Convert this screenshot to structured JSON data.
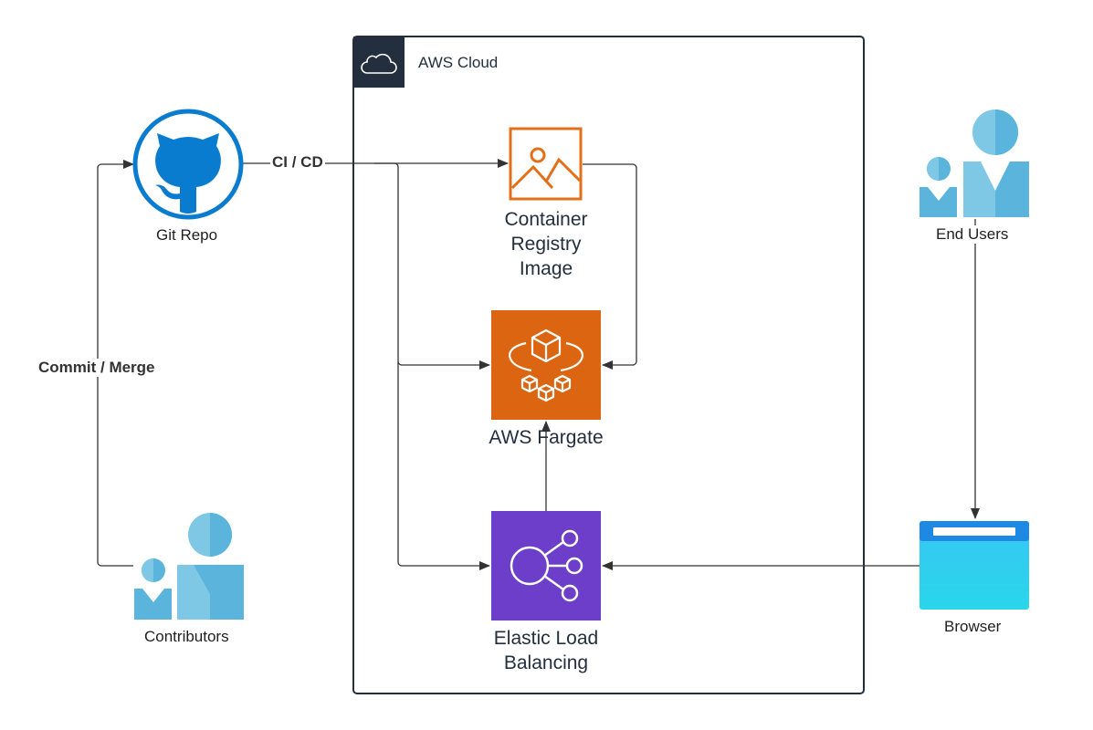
{
  "cloud": {
    "title": "AWS Cloud",
    "border_color": "#232f3e"
  },
  "nodes": {
    "git_repo": {
      "label": "Git Repo",
      "color": "#0a7ccf",
      "icon": "github-icon"
    },
    "contributors": {
      "label": "Contributors",
      "color": "#5ab4dc",
      "icon": "users-icon"
    },
    "end_users": {
      "label": "End Users",
      "color": "#5ab4dc",
      "icon": "users-icon"
    },
    "browser": {
      "label": "Browser",
      "color": "#1e88e5",
      "icon": "browser-window-icon"
    },
    "registry": {
      "label": "Container Registry Image",
      "color": "#e46f19",
      "icon": "image-icon"
    },
    "fargate": {
      "label": "AWS Fargate",
      "color": "#dc6511",
      "icon": "fargate-icon"
    },
    "elb": {
      "label": "Elastic Load Balancing",
      "color": "#6c3ec9",
      "icon": "load-balancer-icon"
    }
  },
  "edges": {
    "cicd": "CI / CD",
    "commit": "Commit / Merge"
  }
}
